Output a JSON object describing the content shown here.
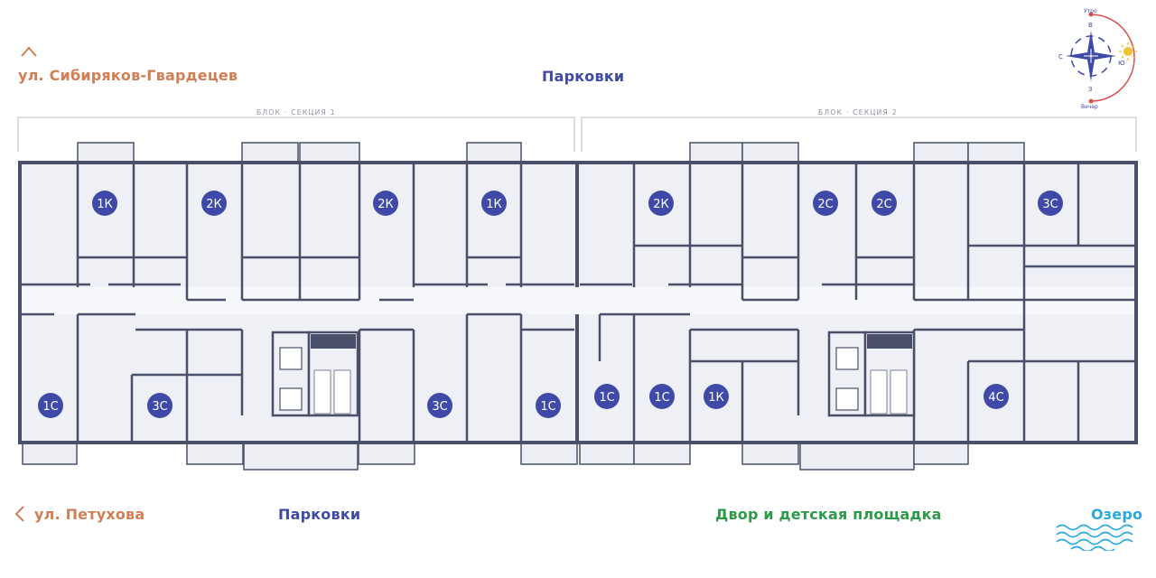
{
  "streets": {
    "top": "ул. Сибиряков-Гвардецев",
    "bottom": "ул. Петухова"
  },
  "labels": {
    "parking_top": "Парковки",
    "parking_bottom": "Парковки",
    "yard": "Двор и детская площадка",
    "lake": "Озеро"
  },
  "sections": {
    "section1": "БЛОК · СЕКЦИЯ 1",
    "section2": "БЛОК · СЕКЦИЯ 2"
  },
  "compass": {
    "north": "В",
    "south": "З",
    "east": "Ю",
    "west": "С",
    "morning": "Утро",
    "evening": "Вечер"
  },
  "apartments": {
    "a1": "1К",
    "a2": "2К",
    "a3": "2К",
    "a4": "1К",
    "a5": "2К",
    "a6": "2С",
    "a7": "2С",
    "a8": "3С",
    "a9": "1С",
    "a10": "3С",
    "a11": "3С",
    "a12": "1С",
    "a13": "1С",
    "a14": "1С",
    "a15": "1К",
    "a16": "4С"
  },
  "colors": {
    "street": "#d27e55",
    "parking": "#3f4aa8",
    "yard": "#2c9a48",
    "lake": "#2aa9df",
    "badge": "#3f4aa8",
    "wall": "#4a5069",
    "room": "#f1f2f6"
  }
}
